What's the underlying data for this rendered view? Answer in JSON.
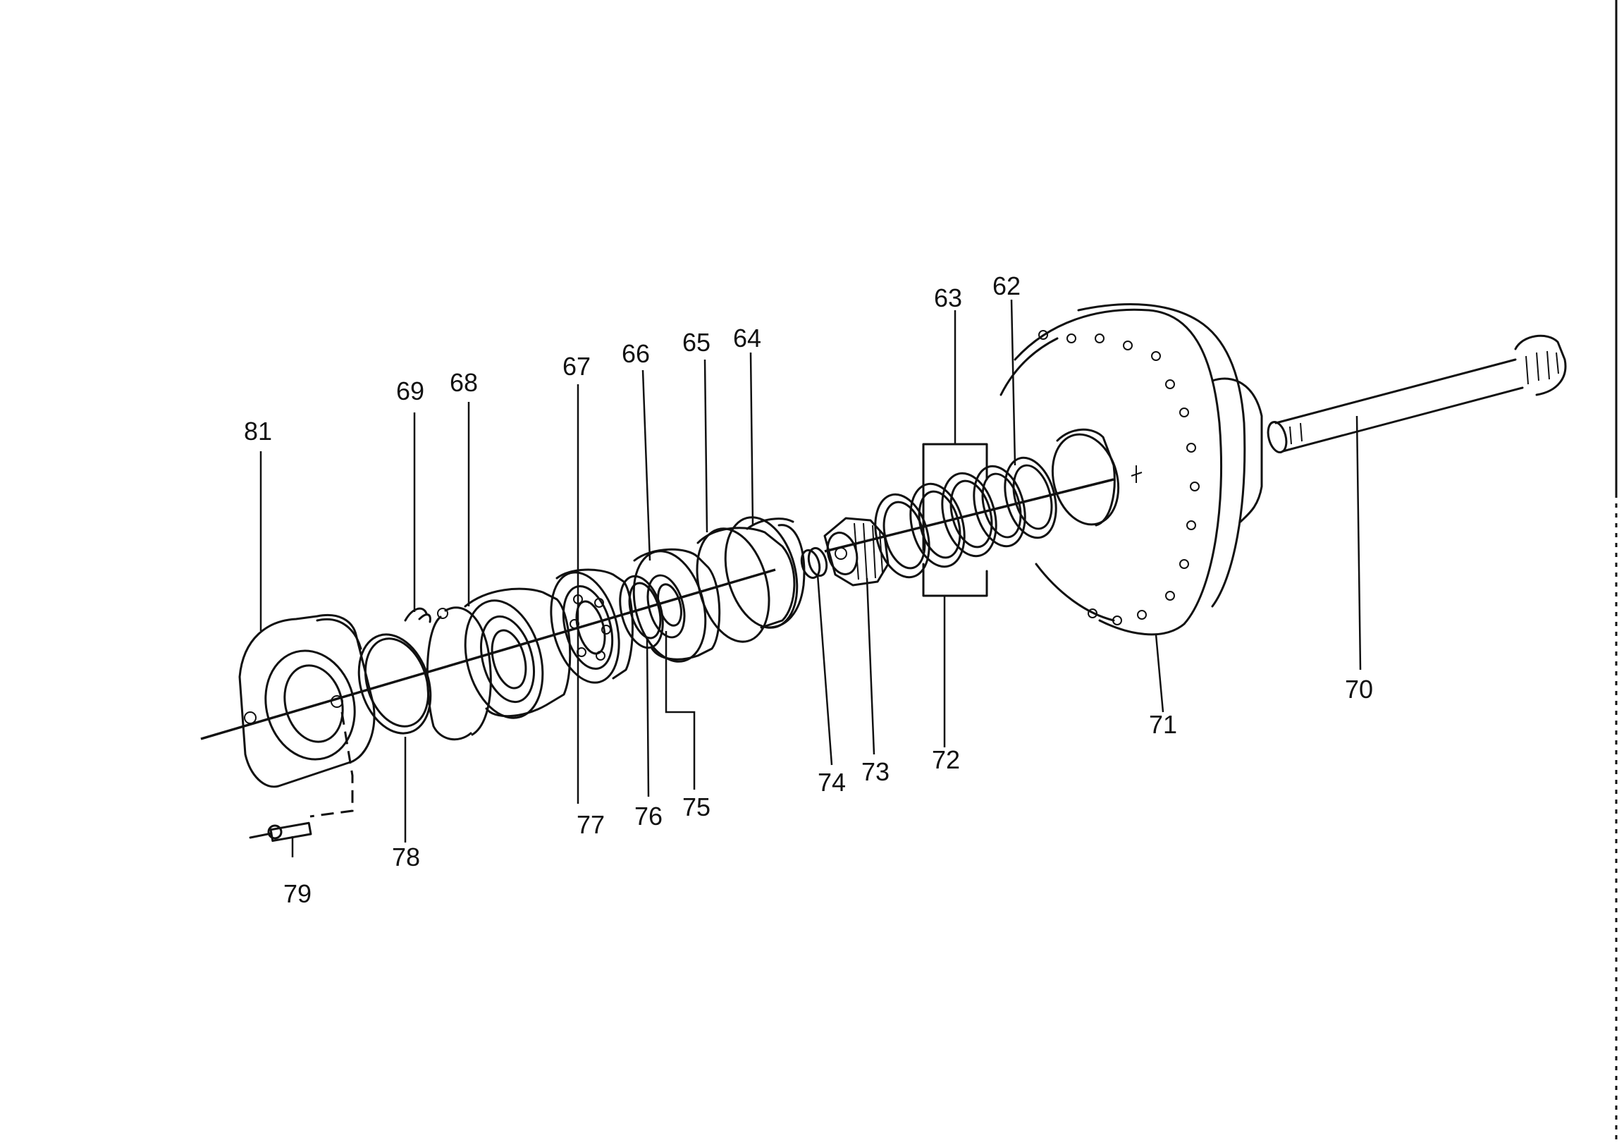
{
  "labels": {
    "l62": "62",
    "l63": "63",
    "l64": "64",
    "l65": "65",
    "l66": "66",
    "l67": "67",
    "l68": "68",
    "l69": "69",
    "l70": "70",
    "l71": "71",
    "l72": "72",
    "l73": "73",
    "l74": "74",
    "l75": "75",
    "l76": "76",
    "l77": "77",
    "l78": "78",
    "l79": "79",
    "l81": "81"
  }
}
